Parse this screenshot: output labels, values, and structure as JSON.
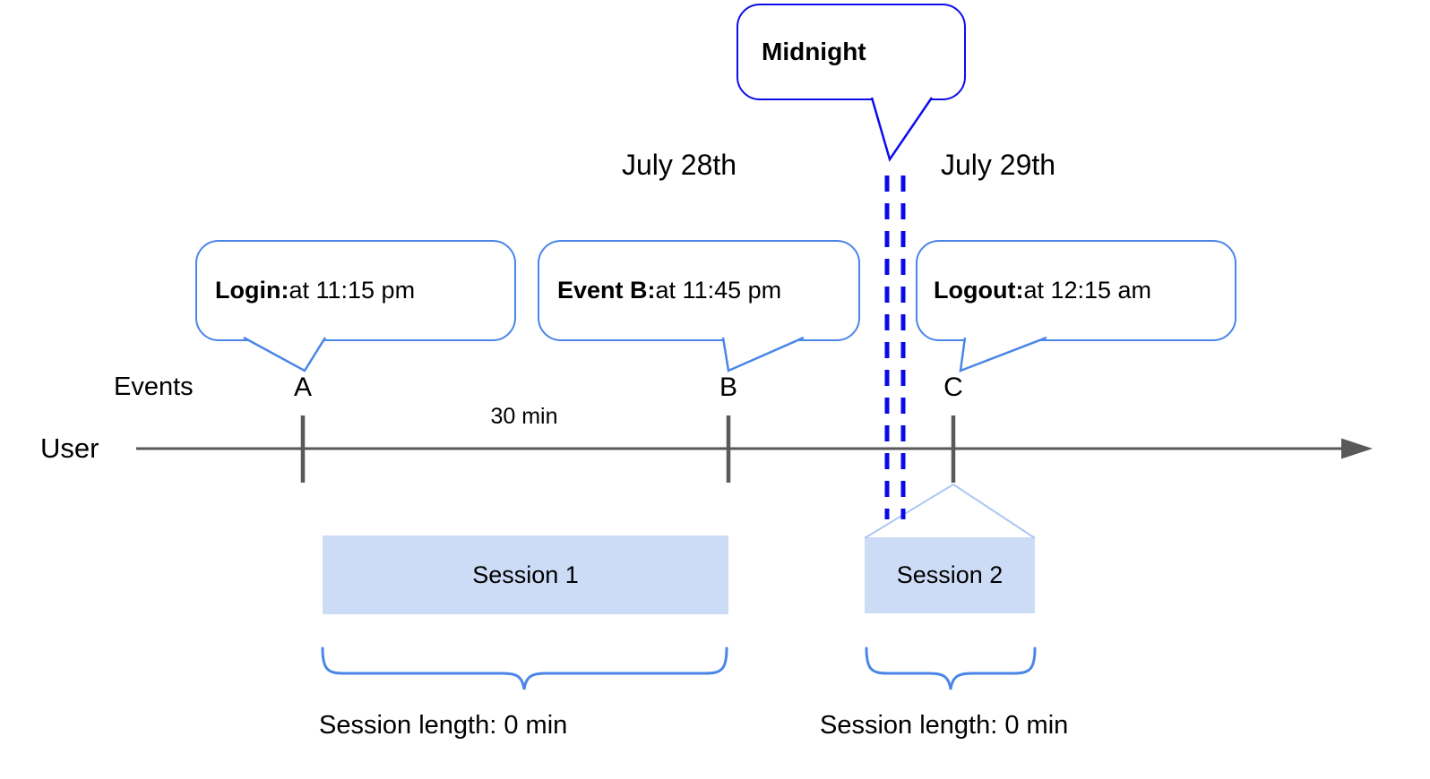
{
  "callouts": {
    "midnight": {
      "label": "Midnight"
    },
    "login": {
      "label": "Login:",
      "detail": " at 11:15 pm"
    },
    "event_b": {
      "label": "Event B:",
      "detail": " at 11:45 pm"
    },
    "logout": {
      "label": "Logout:",
      "detail": " at 12:15 am"
    }
  },
  "dates": {
    "left": "July 28th",
    "right": "July 29th"
  },
  "timeline": {
    "events_label": "Events",
    "axis_label": "User",
    "markers": [
      "A",
      "B",
      "C"
    ],
    "interval_label": "30 min"
  },
  "sessions": [
    {
      "name": "Session 1",
      "length_label": "Session length: 0 min"
    },
    {
      "name": "Session 2",
      "length_label": "Session length: 0 min"
    }
  ],
  "colors": {
    "callout_border": "#4a86e8",
    "midnight_border": "#0d0deb",
    "midnight_dashed_line": "#0a0ae8",
    "session_fill": "#cddcf6",
    "session_connector": "#abc7f3",
    "brace": "#4a86e8",
    "timeline_axis": "#595959",
    "text": "#000000"
  }
}
